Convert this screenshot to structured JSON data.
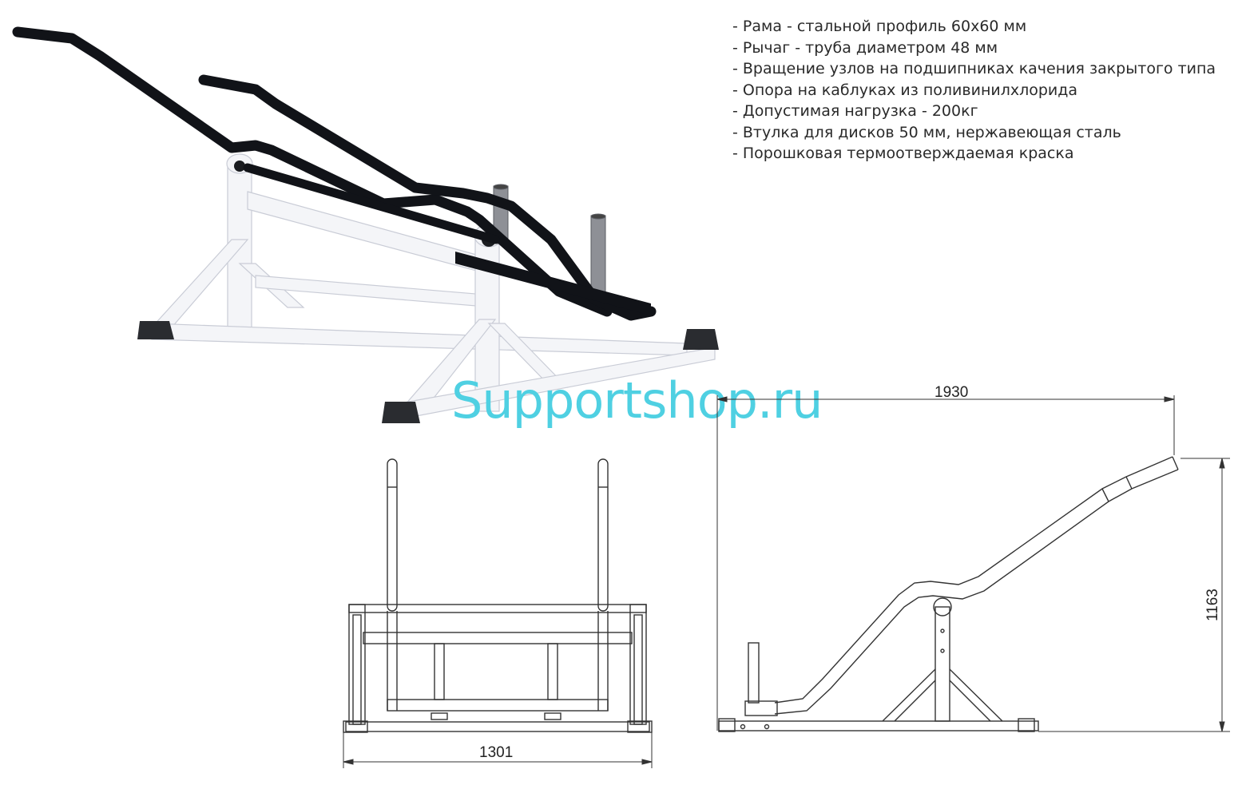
{
  "specs": [
    "- Рама - стальной профиль 60х60 мм",
    "- Рычаг - труба диаметром 48 мм",
    "- Вращение узлов на подшипниках качения закрытого типа",
    "- Опора на каблуках из поливинилхлорида",
    "- Допустимая нагрузка - 200кг",
    "- Втулка для дисков 50 мм, нержавеющая сталь",
    "- Порошковая термоотверждаемая краска"
  ],
  "watermark": "Supportshop.ru",
  "dimensions": {
    "front_width": "1301",
    "side_length": "1930",
    "side_height": "1163"
  },
  "colors": {
    "frame": "#f4f5f8",
    "lever": "#111318",
    "watermark": "#4fd0e2",
    "drawing_line": "#333333"
  }
}
